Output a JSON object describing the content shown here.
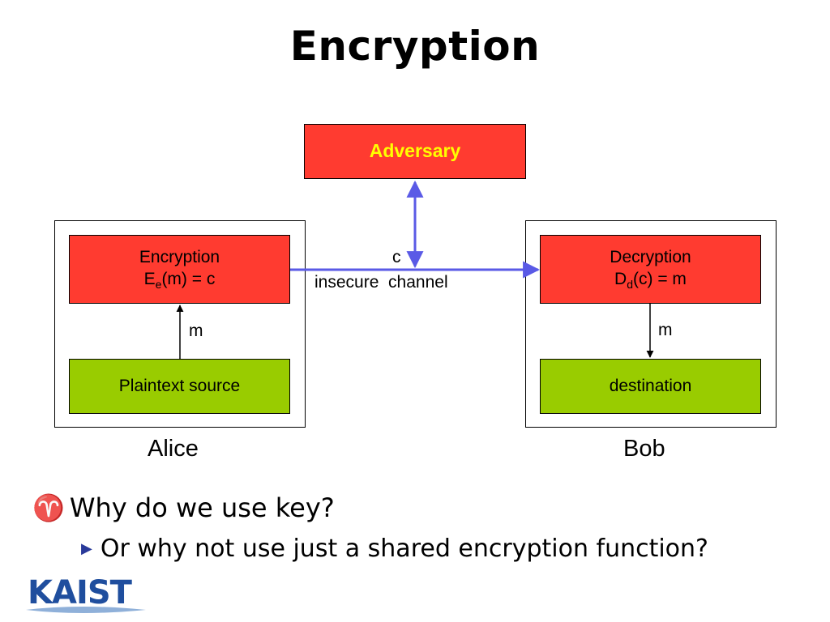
{
  "title": "Encryption",
  "adversary": {
    "label": "Adversary"
  },
  "alice": {
    "name": "Alice",
    "encryption_box": {
      "line1": "Encryption",
      "line2_prefix": "E",
      "line2_sub": "e",
      "line2_suffix": "(m) = c"
    },
    "source_box": "Plaintext source",
    "arrow_label": "m"
  },
  "bob": {
    "name": "Bob",
    "decryption_box": {
      "line1": "Decryption",
      "line2_prefix": "D",
      "line2_sub": "d",
      "line2_suffix": "(c) = m"
    },
    "destination_box": "destination",
    "arrow_label": "m"
  },
  "channel": {
    "cipher_label": "c",
    "channel_label": "insecure  channel"
  },
  "bullets": {
    "primary_marker": "♈",
    "primary": "Why do we use key?",
    "secondary_marker": "▶",
    "secondary": "Or why not use just a shared encryption function?"
  },
  "logo": {
    "text": "KAIST"
  },
  "colors": {
    "box_red": "#ff3b30",
    "box_green": "#99cc00",
    "adversary_text": "#ffff00",
    "arrow_blue": "#5a5ae6",
    "logo_blue": "#1f4e9e"
  }
}
